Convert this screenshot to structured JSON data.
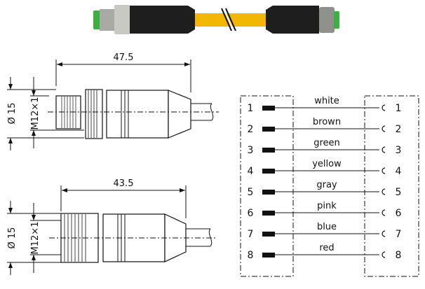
{
  "product_photo": {
    "cable_color": "#f2b705",
    "housing_color": "#1a1a1a",
    "tip_color": "#3cb043"
  },
  "male_drawing": {
    "length": "47.5",
    "diameter": "Ø 15",
    "thread": "M12×1"
  },
  "female_drawing": {
    "length": "43.5",
    "diameter": "Ø 15",
    "thread": "M12×1"
  },
  "wiring": {
    "pins": [
      {
        "left": "1",
        "color": "white",
        "right": "1"
      },
      {
        "left": "2",
        "color": "brown",
        "right": "2"
      },
      {
        "left": "3",
        "color": "green",
        "right": "3"
      },
      {
        "left": "4",
        "color": "yellow",
        "right": "4"
      },
      {
        "left": "5",
        "color": "gray",
        "right": "5"
      },
      {
        "left": "6",
        "color": "pink",
        "right": "6"
      },
      {
        "left": "7",
        "color": "blue",
        "right": "7"
      },
      {
        "left": "8",
        "color": "red",
        "right": "8"
      }
    ]
  }
}
